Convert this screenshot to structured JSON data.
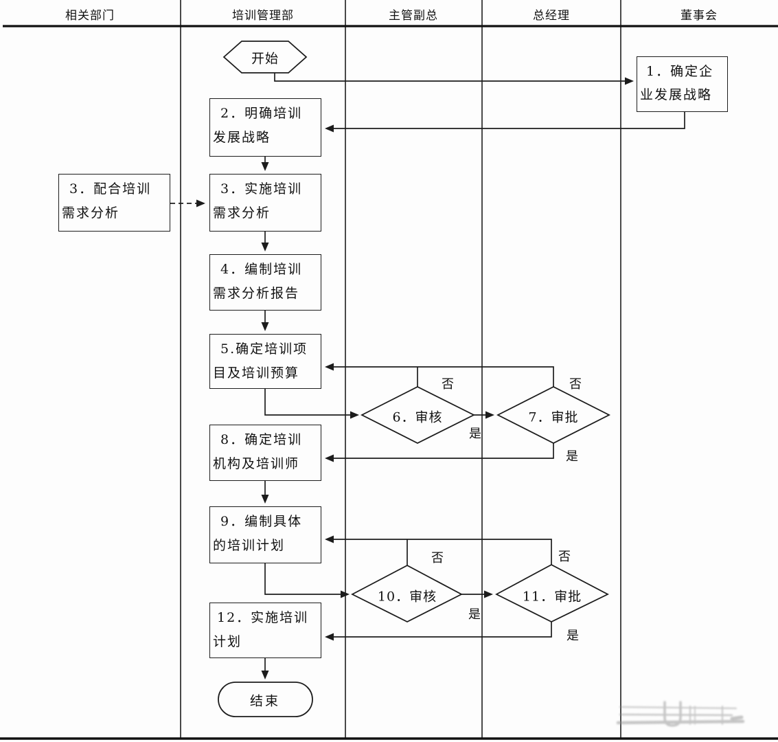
{
  "lanes": [
    "相关部门",
    "培训管理部",
    "主管副总",
    "总经理",
    "董事会"
  ],
  "nodes": {
    "start": "开始",
    "end": "结束",
    "b1": {
      "l1": "1．确定企",
      "l2": "业发展战略"
    },
    "b2": {
      "l1": "2．明确培训",
      "l2": "发展战略"
    },
    "b3a": {
      "l1": "3．配合培训",
      "l2": "需求分析"
    },
    "b3b": {
      "l1": "3．实施培训",
      "l2": "需求分析"
    },
    "b4": {
      "l1": "4．编制培训",
      "l2": "需求分析报告"
    },
    "b5": {
      "l1": "5.确定培训项",
      "l2": "目及培训预算"
    },
    "b8": {
      "l1": "8．确定培训",
      "l2": "机构及培训师"
    },
    "b9": {
      "l1": "9．编制具体",
      "l2": "的培训计划"
    },
    "b12": {
      "l1": "12．实施培训",
      "l2": "计划"
    },
    "d6": "6．审核",
    "d7": "7．审批",
    "d10": "10．审核",
    "d11": "11．审批"
  },
  "branch_labels": {
    "yes": "是",
    "no": "否"
  },
  "colors": {
    "line": "#1c1c1c",
    "background": "#fdfdfd"
  }
}
